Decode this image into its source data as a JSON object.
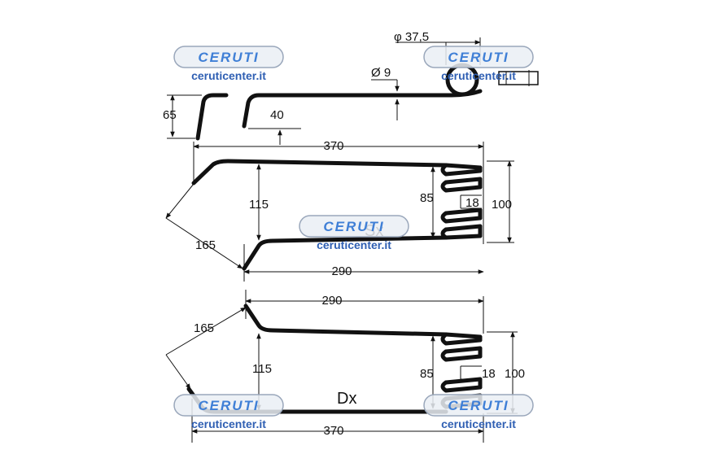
{
  "watermark": {
    "logo": "CERUTI",
    "url": "ceruticenter.it"
  },
  "top_view": {
    "ring_diameter": "φ 37,5",
    "wire_diameter": "Ø 9",
    "height": "65",
    "offset": "40"
  },
  "sx": {
    "label": "Sx",
    "overall_length": "370",
    "arm_length": "290",
    "tip_length": "165",
    "arm_spacing": "115",
    "coil_inner": "85",
    "coil_outer": "100",
    "coil_gap": "18"
  },
  "dx": {
    "label": "Dx",
    "overall_length": "370",
    "arm_length": "290",
    "tip_length": "165",
    "arm_spacing": "115",
    "coil_inner": "85",
    "coil_outer": "100",
    "coil_gap": "18"
  }
}
